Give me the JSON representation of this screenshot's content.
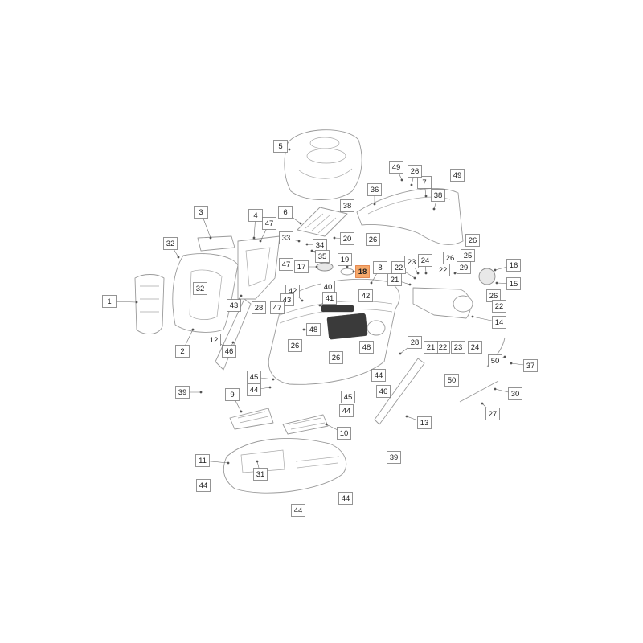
{
  "highlight_color": "#f5a86a",
  "highlighted_part": "18",
  "callouts": [
    "1",
    "2",
    "3",
    "4",
    "5",
    "6",
    "7",
    "8",
    "9",
    "10",
    "11",
    "12",
    "13",
    "14",
    "15",
    "16",
    "17",
    "18",
    "19",
    "20",
    "21",
    "22",
    "23",
    "24",
    "25",
    "26",
    "27",
    "28",
    "29",
    "30",
    "31",
    "32",
    "33",
    "34",
    "35",
    "36",
    "37",
    "38",
    "39",
    "40",
    "41",
    "42",
    "43",
    "44",
    "45",
    "46",
    "47",
    "48",
    "49",
    "50"
  ]
}
